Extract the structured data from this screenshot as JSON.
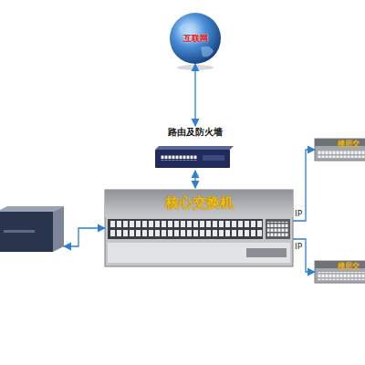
{
  "diagram": {
    "nodes": [
      {
        "text": [
          "互联网"
        ]
      },
      {
        "text": [
          "路由及防火墙"
        ]
      },
      {
        "text": [
          "楼层交"
        ]
      },
      {
        "text": [
          "核心交换机"
        ]
      },
      {
        "text": []
      },
      {
        "text": [
          "楼层交"
        ]
      }
    ],
    "edges": [
      {
        "from": 0,
        "to": 1,
        "arrow": "both"
      },
      {
        "from": 1,
        "to": 3,
        "arrow": "both"
      },
      {
        "from": 3,
        "to": 4,
        "arrow": "both"
      },
      {
        "from": 3,
        "to": 2,
        "arrow": "to",
        "label": "IP"
      },
      {
        "from": 3,
        "to": 5,
        "arrow": "to",
        "label": "IP"
      }
    ]
  }
}
